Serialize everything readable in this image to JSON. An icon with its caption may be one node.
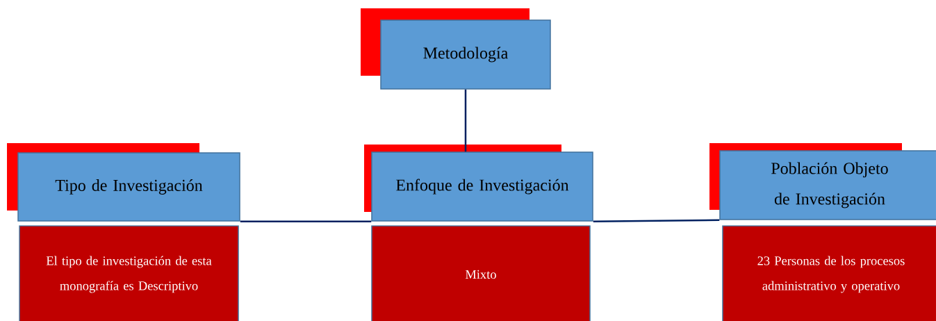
{
  "diagram": {
    "nodes": [
      {
        "text": [
          "Metodología"
        ]
      },
      {
        "text": [
          "Tipo de Investigación"
        ]
      },
      {
        "text": [
          "El tipo de investigación de esta monografía es Descriptivo"
        ]
      },
      {
        "text": [
          "Enfoque de Investigación"
        ]
      },
      {
        "text": [
          "Mixto"
        ]
      },
      {
        "text": [
          "Población Objeto de Investigación"
        ]
      },
      {
        "text": [
          "23 Personas de los procesos administrativo y operativo"
        ]
      }
    ],
    "edges": [
      {
        "from": 0,
        "to": 3,
        "arrow": "none"
      },
      {
        "from": 1,
        "to": 3,
        "arrow": "none"
      },
      {
        "from": 3,
        "to": 5,
        "arrow": "none"
      }
    ]
  }
}
